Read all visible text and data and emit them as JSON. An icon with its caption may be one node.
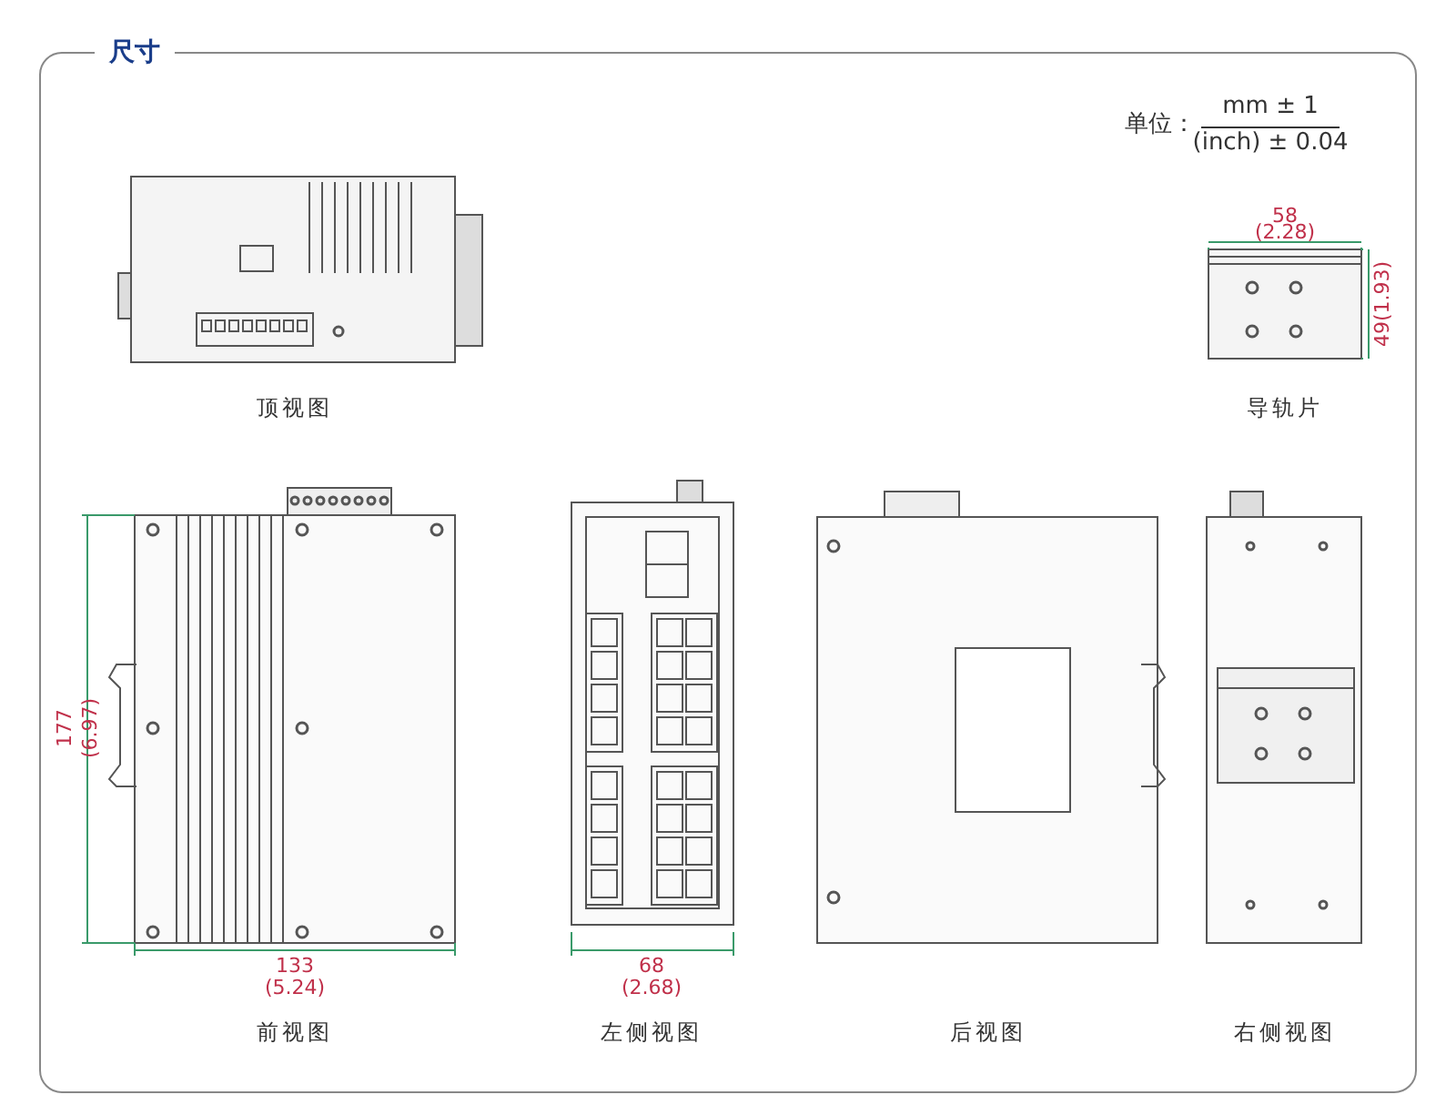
{
  "diagram": {
    "title": "尺寸",
    "labels": [
      "单位：",
      "mm ± 1",
      "(inch) ± 0.04",
      "58",
      "(2.28)",
      "49(1.93)",
      "顶视图",
      "导轨片",
      "177",
      "(6.97)",
      "133",
      "(5.24)",
      "68",
      "(2.68)",
      "前视图",
      "左侧视图",
      "后视图",
      "右侧视图"
    ]
  }
}
